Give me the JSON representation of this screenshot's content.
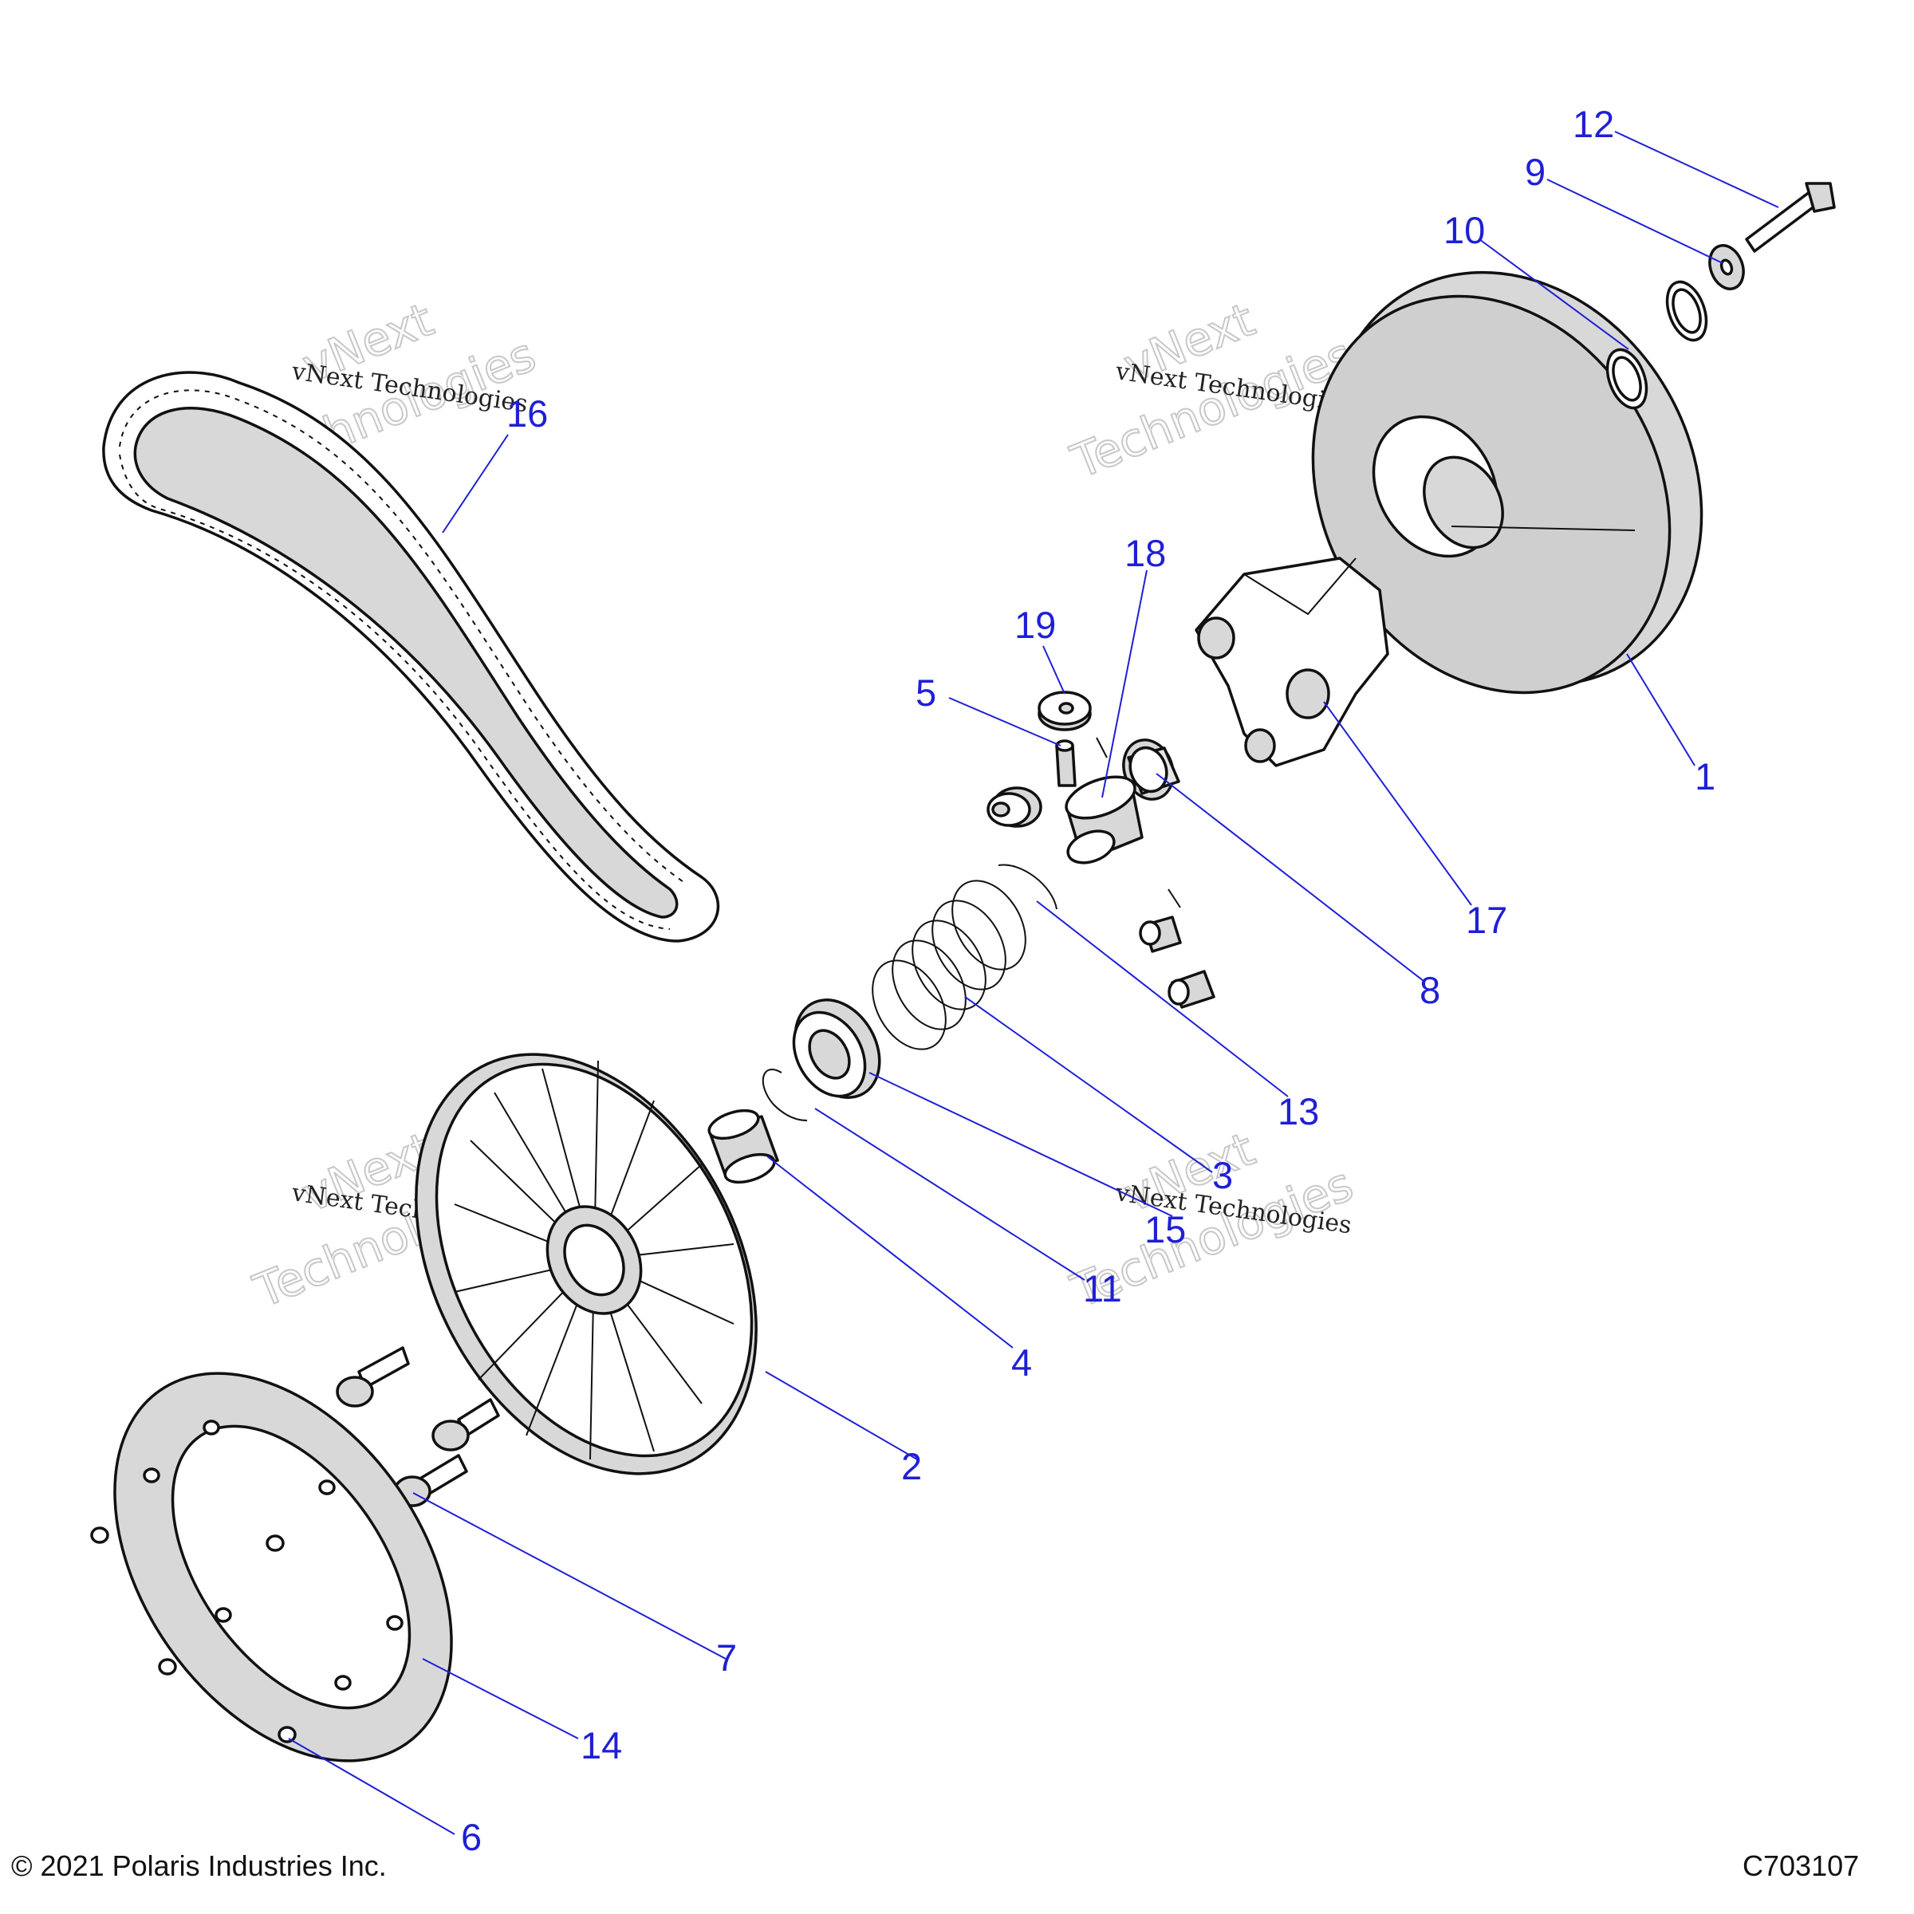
{
  "callouts": [
    {
      "id": "c1",
      "label": "1"
    },
    {
      "id": "c2",
      "label": "2"
    },
    {
      "id": "c3",
      "label": "3"
    },
    {
      "id": "c4",
      "label": "4"
    },
    {
      "id": "c5",
      "label": "5"
    },
    {
      "id": "c6",
      "label": "6"
    },
    {
      "id": "c7",
      "label": "7"
    },
    {
      "id": "c8",
      "label": "8"
    },
    {
      "id": "c9",
      "label": "9"
    },
    {
      "id": "c10",
      "label": "10"
    },
    {
      "id": "c11",
      "label": "11"
    },
    {
      "id": "c12",
      "label": "12"
    },
    {
      "id": "c13",
      "label": "13"
    },
    {
      "id": "c14",
      "label": "14"
    },
    {
      "id": "c15",
      "label": "15"
    },
    {
      "id": "c16",
      "label": "16"
    },
    {
      "id": "c17",
      "label": "17"
    },
    {
      "id": "c18",
      "label": "18"
    },
    {
      "id": "c19",
      "label": "19"
    }
  ],
  "watermark": {
    "line_top": "vNext Technologies",
    "big_a": "vNext",
    "big_b": "Technologies"
  },
  "footer": {
    "copyright": "© 2021 Polaris Industries Inc.",
    "code": "C703107"
  },
  "colors": {
    "callout": "#1f1fd6",
    "line_art": "#111111"
  }
}
